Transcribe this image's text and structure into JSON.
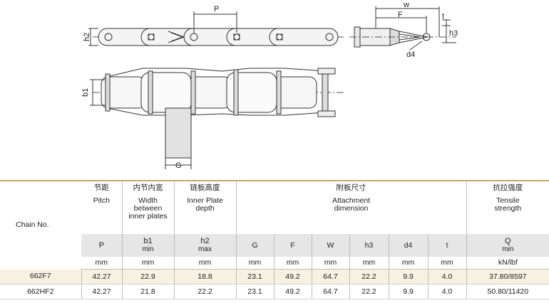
{
  "drawing_labels": {
    "p": "P",
    "h2": "h2",
    "b1": "b1",
    "g": "G",
    "w": "w",
    "f": "F",
    "t": "t",
    "h3": "h3",
    "d4": "d4"
  },
  "table": {
    "chain_no_label": "Chain No.",
    "columns": [
      {
        "cn": "节距",
        "en": [
          "Pitch"
        ],
        "symbol": "P",
        "sub": "",
        "unit": "mm"
      },
      {
        "cn": "内节内宽",
        "en": [
          "Width",
          "between",
          "inner plates"
        ],
        "symbol": "b1",
        "sub": "min",
        "unit": "mm"
      },
      {
        "cn": "链板高度",
        "en": [
          "Inner Plate",
          "depth"
        ],
        "symbol": "h2",
        "sub": "max",
        "unit": "mm"
      },
      {
        "symbol": "G",
        "sub": "",
        "unit": "mm"
      },
      {
        "symbol": "F",
        "sub": "",
        "unit": "mm"
      },
      {
        "symbol": "W",
        "sub": "",
        "unit": "mm"
      },
      {
        "symbol": "h3",
        "sub": "",
        "unit": "mm"
      },
      {
        "symbol": "d4",
        "sub": "",
        "unit": "mm"
      },
      {
        "symbol": "t",
        "sub": "",
        "unit": "mm"
      },
      {
        "cn": "抗拉强度",
        "en": [
          "Tensile",
          "strength"
        ],
        "symbol": "Q",
        "sub": "min",
        "unit": "kN/lbf"
      }
    ],
    "attachment_group": {
      "cn": "附板尺寸",
      "en": [
        "Attachment",
        "dimension"
      ]
    },
    "rows": [
      {
        "chain_no": "662F7",
        "values": [
          "42.27",
          "22.9",
          "18.8",
          "23.1",
          "49.2",
          "64.7",
          "22.2",
          "9.9",
          "4.0",
          "37.80/8597"
        ]
      },
      {
        "chain_no": "662HF2",
        "values": [
          "42.27",
          "21.8",
          "22.2",
          "23.1",
          "49.2",
          "64.7",
          "22.2",
          "9.9",
          "4.0",
          "50.80/11420"
        ]
      }
    ]
  }
}
